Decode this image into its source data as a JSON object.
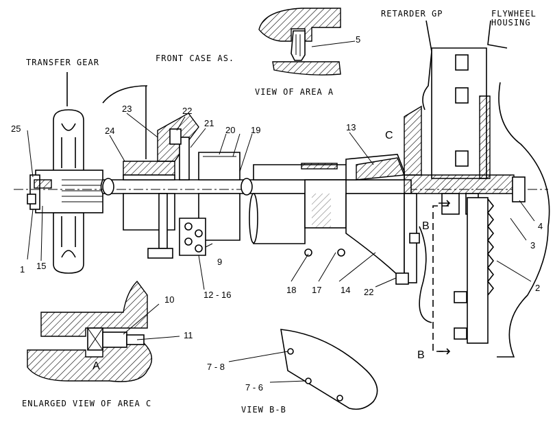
{
  "labels": {
    "transfer_gear": "TRANSFER GEAR",
    "front_case": "FRONT CASE AS.",
    "view_area_a": "VIEW OF AREA A",
    "retarder_gp": "RETARDER GP",
    "flywheel_housing_1": "FLYWHEEL",
    "flywheel_housing_2": "HOUSING",
    "enlarged_view": "ENLARGED VIEW OF AREA C",
    "view_bb": "VIEW B-B",
    "section_c": "C",
    "section_a": "A",
    "section_b_top": "B",
    "section_b_bottom": "B"
  },
  "callouts": {
    "c1": "1",
    "c2": "2",
    "c3": "3",
    "c4": "4",
    "c5": "5",
    "c9": "9",
    "c10": "10",
    "c11": "11",
    "c12_16": "12 - 16",
    "c13": "13",
    "c14": "14",
    "c15": "15",
    "c17": "17",
    "c18": "18",
    "c19": "19",
    "c20": "20",
    "c21": "21",
    "c22a": "22",
    "c22b": "22",
    "c23": "23",
    "c24": "24",
    "c25": "25",
    "c7_6": "7 - 6",
    "c7_8": "7 - 8"
  },
  "colors": {
    "ink": "#000000",
    "paper": "#ffffff"
  }
}
